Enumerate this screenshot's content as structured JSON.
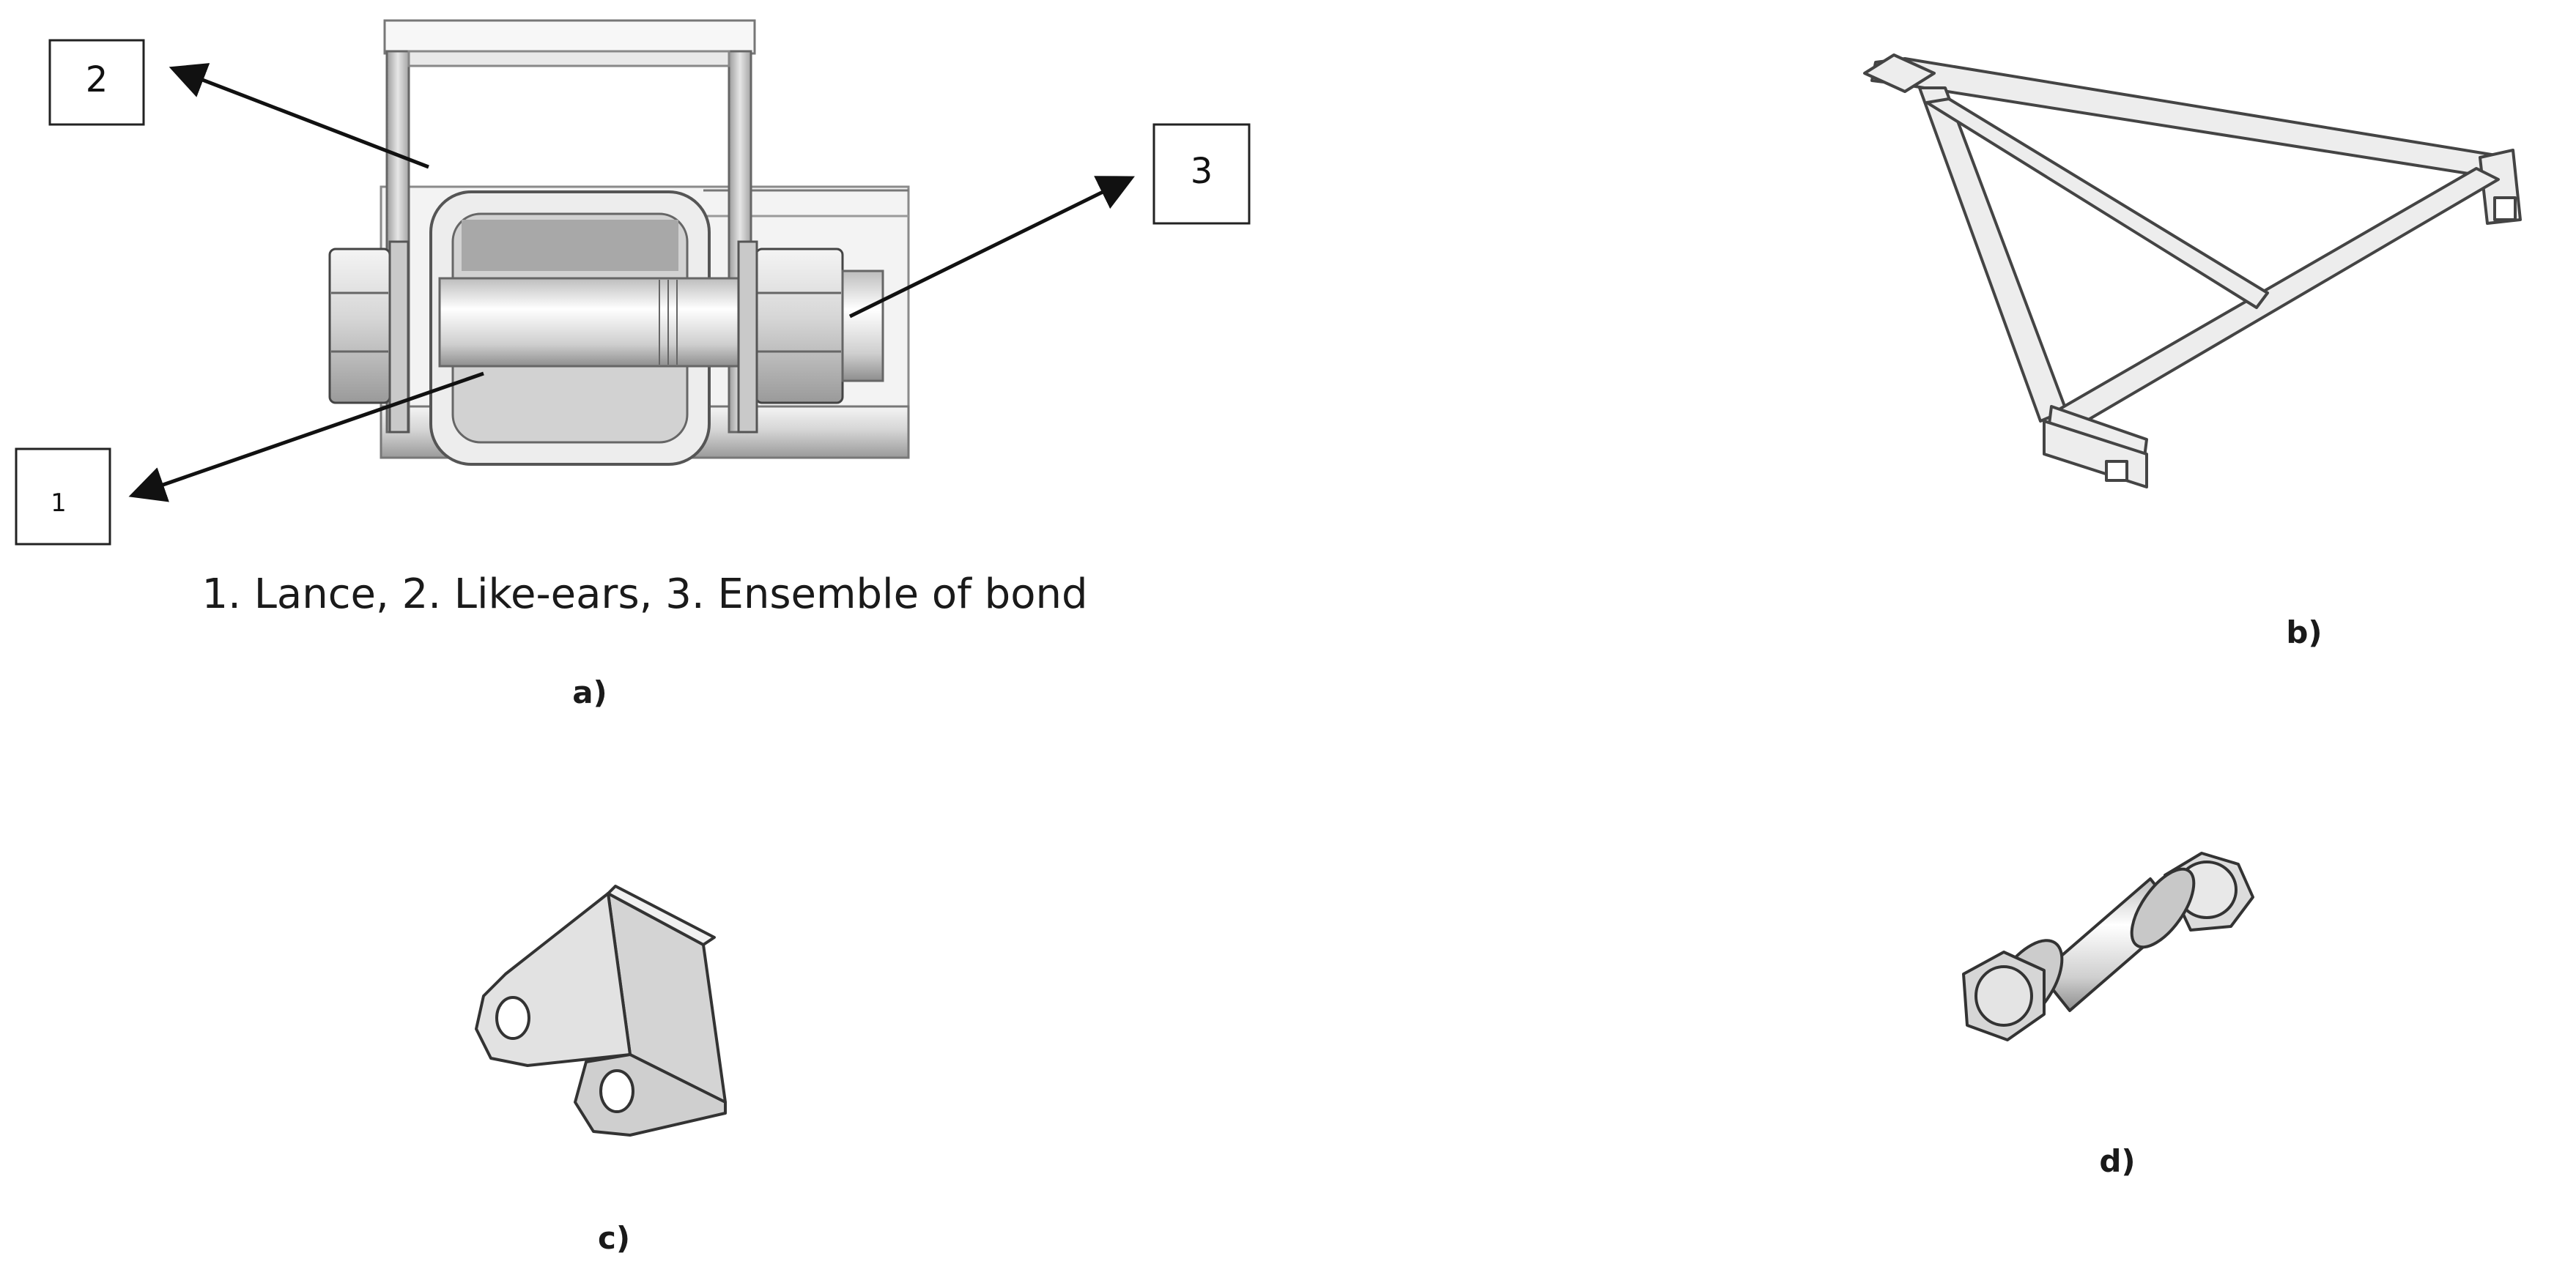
{
  "panels": {
    "a": {
      "label": "a)",
      "callouts": [
        "1",
        "2",
        "3"
      ],
      "caption": "1. Lance, 2. Like-ears, 3. Ensemble of bond"
    },
    "b": {
      "label": "b)"
    },
    "c": {
      "label": "c)"
    },
    "d": {
      "label": "d)"
    }
  }
}
